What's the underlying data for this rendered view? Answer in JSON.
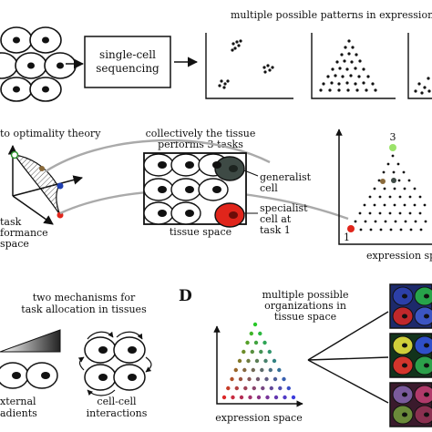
{
  "row1": {
    "sequencing_box": [
      "single-cell",
      "sequencing"
    ],
    "patterns_title": "multiple possible patterns in expression"
  },
  "row2": {
    "left_title": "to optimality theory",
    "left_axis_label": [
      "task",
      "formance",
      "space"
    ],
    "middle_title": [
      "collectively the tissue",
      "performs 3 tasks"
    ],
    "generalist_label": [
      "generalist",
      "cell"
    ],
    "specialist_label": [
      "specialist",
      "cell at",
      "task 1"
    ],
    "tissue_space_label": "tissue space",
    "vertex_top": "3",
    "vertex_left": "1",
    "expression_label": "expression sp"
  },
  "row3": {
    "mechanisms_title": [
      "two mechanisms for",
      "task allocation in tissues"
    ],
    "external_label": [
      "xternal",
      "adients"
    ],
    "cellcell_label": [
      "cell-cell",
      "interactions"
    ],
    "panel_letter": "D",
    "organizations_title": [
      "multiple possible",
      "organizations in",
      "tissue space"
    ],
    "expression_space_label": "expression space"
  },
  "colors": {
    "generalist": "#3e4a45",
    "specialist": "#e0251b",
    "top_vertex": "#9be36a",
    "mid_point": "#8a6a3a",
    "blue_point": "#1f3fb0"
  }
}
